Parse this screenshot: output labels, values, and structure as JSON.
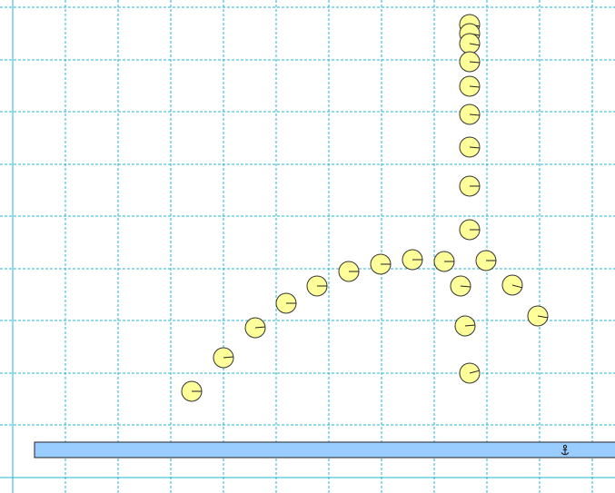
{
  "scene": {
    "name": "physics-simulation-canvas",
    "colors": {
      "background": "#ffffff",
      "grid": "#22b5d5",
      "ball_fill": "#ffff99",
      "ball_outline": "#333333",
      "ground_fill": "#99ccff"
    },
    "grid": {
      "style": "dashed",
      "cell_size_hint": "square"
    },
    "ground": {
      "icon": "anchor-icon",
      "pinned": true
    },
    "ball_count": 29
  }
}
